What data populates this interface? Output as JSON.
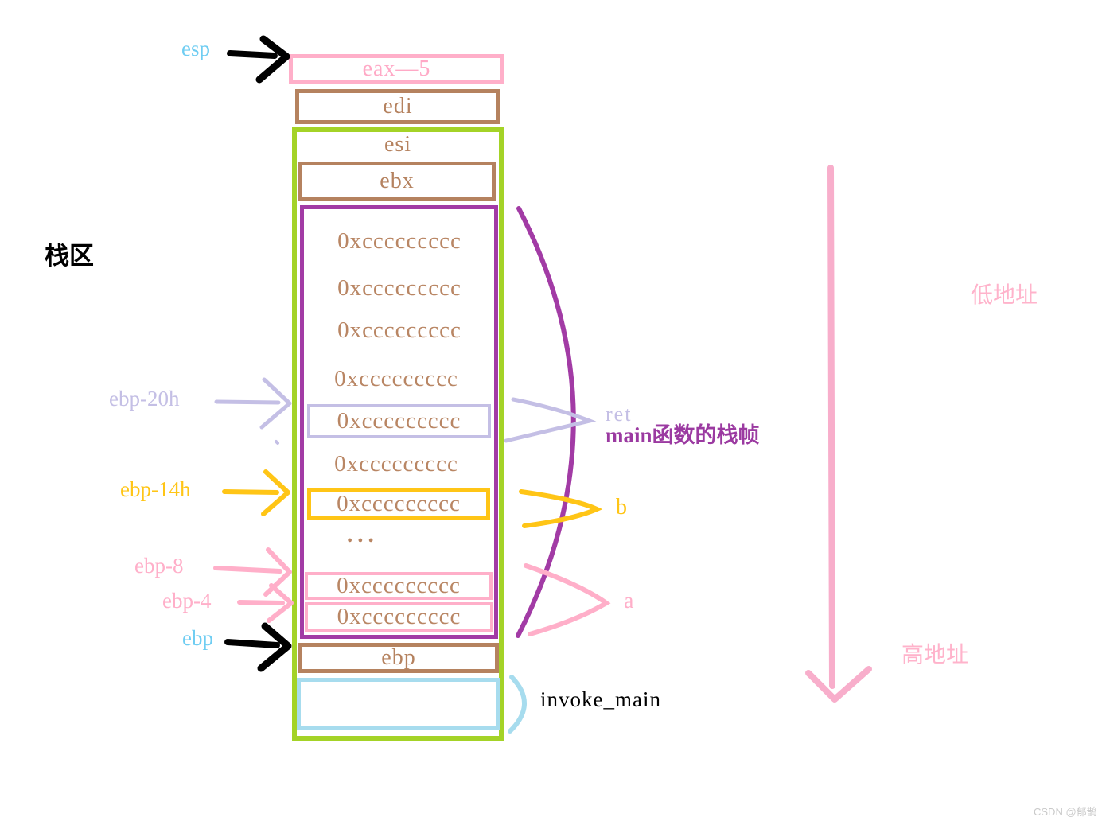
{
  "title": "栈区",
  "registers": {
    "esp": "esp",
    "ebp_pointer": "ebp"
  },
  "offsets": {
    "ebp20": "ebp-20h",
    "ebp14": "ebp-14h",
    "ebp8": "ebp-8",
    "ebp4": "ebp-4"
  },
  "stack": {
    "eax": "eax—5",
    "edi": "edi",
    "esi": "esi",
    "ebx": "ebx",
    "ebp": "ebp",
    "rows": [
      "0xccccccccc",
      "0xccccccccc",
      "0xccccccccc",
      "0xccccccccc",
      "0xccccccccc",
      "0xccccccccc",
      "0xccccccccc",
      "...",
      "0xccccccccc",
      "0xccccccccc"
    ]
  },
  "annotations": {
    "ret": "ret",
    "frame": "main函数的栈帧",
    "var_b": "b",
    "var_a": "a",
    "invoke_main": "invoke_main",
    "low_address": "低地址",
    "high_address": "高地址"
  },
  "watermark": "CSDN @郁鹊",
  "colors": {
    "pink": "#ffafc9",
    "brown": "#b5825f",
    "green": "#a4d327",
    "purple": "#a23ba5",
    "lavender": "#c4bfe5",
    "gold": "#ffc516",
    "lightblue": "#a7dcee",
    "skyblue": "#6fcdf2",
    "black": "#000000"
  }
}
